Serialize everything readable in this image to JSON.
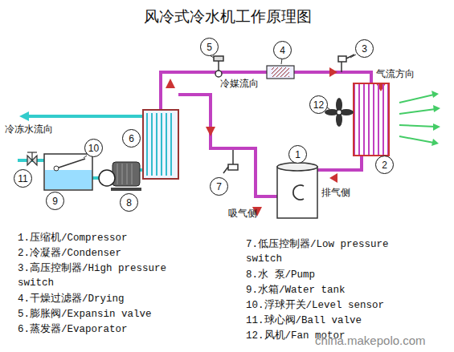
{
  "diagram": {
    "title": "风冷式冷水机工作原理图",
    "nodes": [
      {
        "text": [
          "5"
        ]
      },
      {
        "text": [
          "4"
        ]
      },
      {
        "text": [
          "3"
        ]
      },
      {
        "text": [
          "12"
        ]
      },
      {
        "text": [
          "6"
        ]
      },
      {
        "text": [
          "10"
        ]
      },
      {
        "text": [
          "1"
        ]
      },
      {
        "text": [
          "2"
        ]
      },
      {
        "text": [
          "11"
        ]
      },
      {
        "text": [
          "7"
        ]
      },
      {
        "text": [
          "9"
        ]
      },
      {
        "text": [
          "8"
        ]
      }
    ],
    "labels": [
      "冷媒流向",
      "气流方向",
      "冷冻水流向",
      "排气侧",
      "吸气侧",
      "1.压缩机/Compressor",
      "2.冷凝器/Condenser",
      "3.高压控制器/High pressure switch",
      "4.干燥过滤器/Drying",
      "5.膨胀阀/Expansin valve",
      "6.蒸发器/Evaporator",
      "7.低压控制器/Low pressure switch",
      "8.水 泵/Pump",
      "9.水箱/Water tank",
      "10.浮球开关/Level sensor",
      "11.球心阀/Ball valve",
      "12.风机/Fan motor",
      "china.makepolo.com"
    ]
  }
}
